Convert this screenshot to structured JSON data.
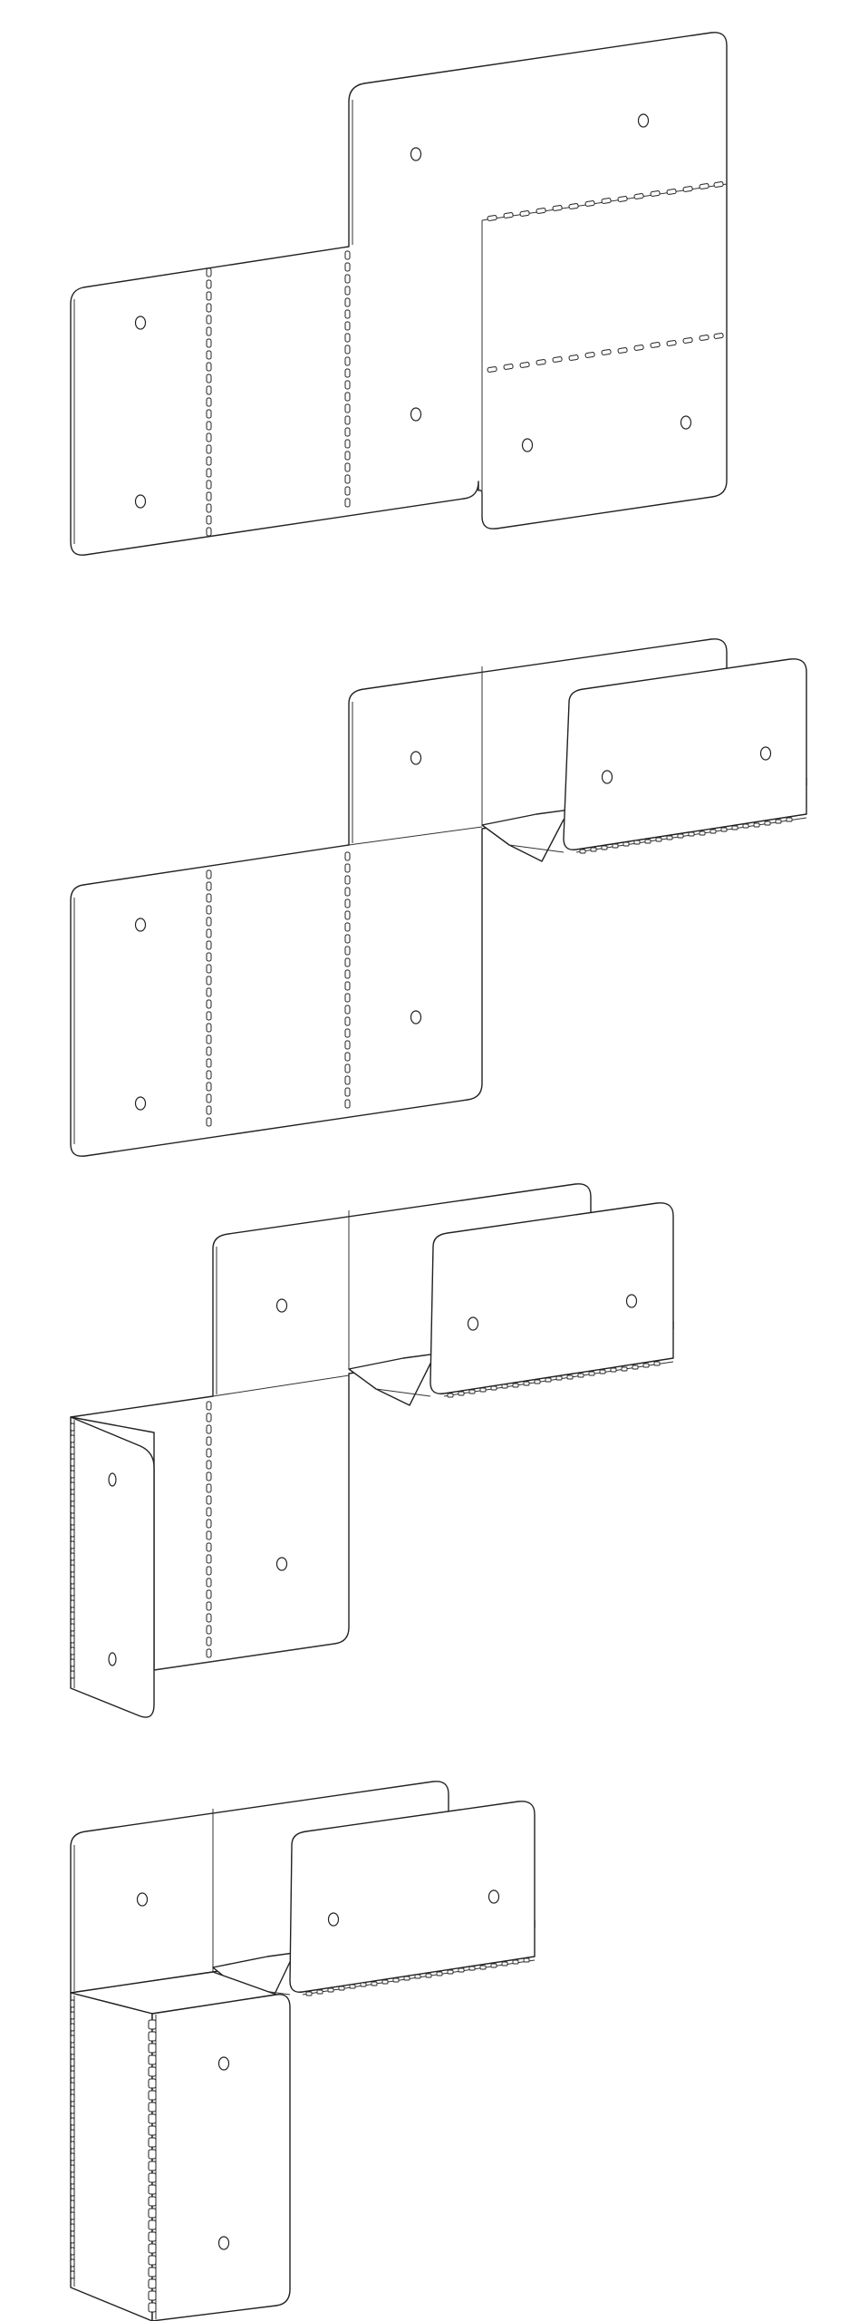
{
  "figure": {
    "stages": [
      {
        "id": "flat-blank",
        "folded_flaps": 0
      },
      {
        "id": "right-channel-folded",
        "folded_flaps": 1
      },
      {
        "id": "left-flange-folded",
        "folded_flaps": 2
      },
      {
        "id": "fully-folded",
        "folded_flaps": 3
      }
    ],
    "colors": {
      "line": "#222222",
      "background": "#ffffff"
    }
  }
}
